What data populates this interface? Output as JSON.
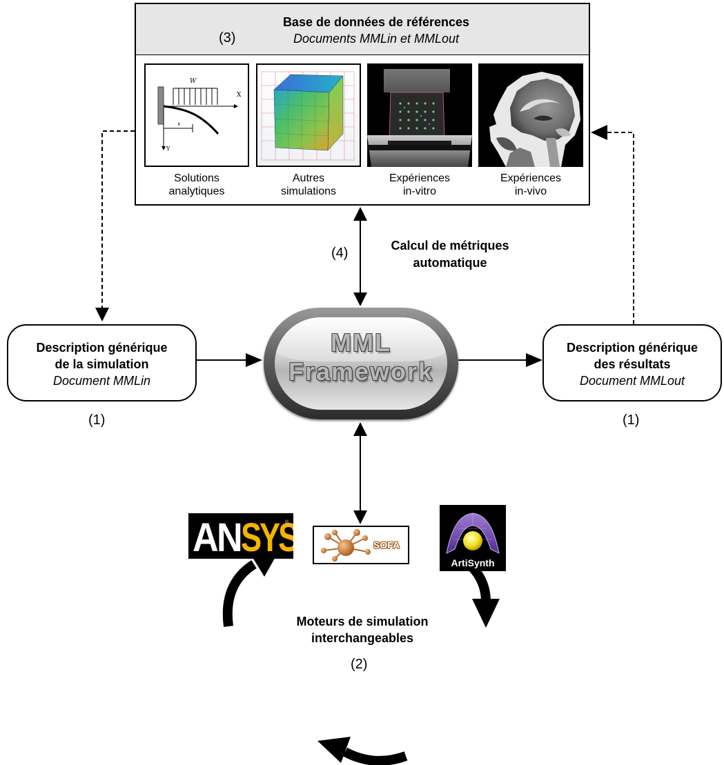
{
  "database": {
    "number": "(3)",
    "title": "Base de données de références",
    "subtitle": "Documents MMLin et MMLout",
    "items": [
      {
        "label_line1": "Solutions",
        "label_line2": "analytiques",
        "icon": "cantilever-beam-diagram"
      },
      {
        "label_line1": "Autres",
        "label_line2": "simulations",
        "icon": "deformed-cube-simulation"
      },
      {
        "label_line1": "Expériences",
        "label_line2": "in-vitro",
        "icon": "in-vitro-ct-scan"
      },
      {
        "label_line1": "Expériences",
        "label_line2": "in-vivo",
        "icon": "mri-head-scan"
      }
    ],
    "beam_labels": {
      "load": "W",
      "x_axis": "X",
      "y_axis": "Y",
      "dimension": "x"
    }
  },
  "metrics": {
    "number": "(4)",
    "line1": "Calcul de métriques",
    "line2": "automatique"
  },
  "input_description": {
    "title_line1": "Description générique",
    "title_line2": "de la simulation",
    "subtitle": "Document MMLin",
    "number": "(1)"
  },
  "output_description": {
    "title_line1": "Description générique",
    "title_line2": "des résultats",
    "subtitle": "Document MMLout",
    "number": "(1)"
  },
  "framework": {
    "line1": "MML",
    "line2": "Framework"
  },
  "engines": {
    "label_line1": "Moteurs de simulation",
    "label_line2": "interchangeables",
    "number": "(2)",
    "sofa": "SOFA",
    "ansys_an": "AN",
    "ansys_sys": "SYS",
    "ansys_reg": "®",
    "artisynth": "ArtiSynth"
  },
  "colors": {
    "header_bg": "#e6e6e6",
    "sofa_orange": "#c8742c",
    "ansys_yellow": "#f5b400",
    "artisynth_purple": "#8a5bd6"
  }
}
